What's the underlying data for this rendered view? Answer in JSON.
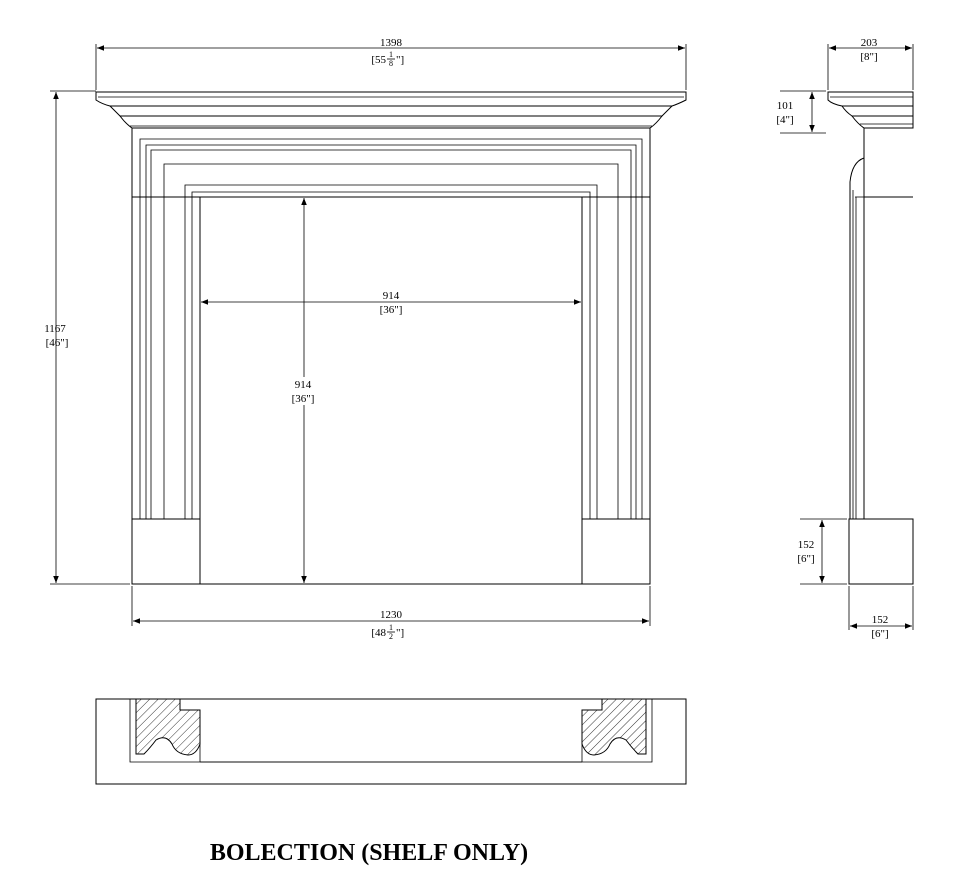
{
  "title": "BOLECTION (SHELF ONLY)",
  "dimensions": {
    "overall_width": {
      "mm": "1398",
      "in_whole": "[55",
      "in_num": "1",
      "in_den": "8",
      "in_end": "\"]"
    },
    "overall_height": {
      "mm": "1167",
      "in": "[46\"]"
    },
    "opening_width": {
      "mm": "914",
      "in": "[36\"]"
    },
    "opening_height": {
      "mm": "914",
      "in": "[36\"]"
    },
    "base_width": {
      "mm": "1230",
      "in_whole": "[48",
      "in_num": "1",
      "in_den": "2",
      "in_end": "\"]"
    },
    "shelf_depth": {
      "mm": "203",
      "in": "[8\"]"
    },
    "shelf_height": {
      "mm": "101",
      "in": "[4\"]"
    },
    "plinth_height": {
      "mm": "152",
      "in": "[6\"]"
    },
    "plinth_depth": {
      "mm": "152",
      "in": "[6\"]"
    }
  }
}
